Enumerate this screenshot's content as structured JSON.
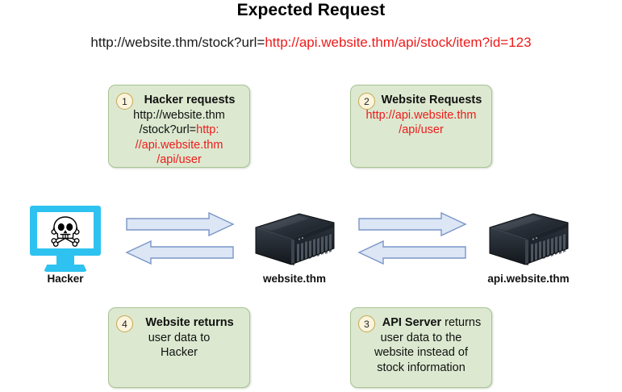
{
  "title": "Expected Request",
  "subtitle": {
    "black_part": "http://website.thm/stock?url=",
    "red_part": "http://api.website.thm/api/stock/item?id=123"
  },
  "colors": {
    "accent_red": "#ee1b1b",
    "box_fill": "#dce9d0",
    "box_border": "#a9c394",
    "badge_fill": "#fbf4dd",
    "badge_border": "#c6a74f",
    "arrow_fill": "#dce6f5",
    "arrow_border": "#7b96c8",
    "monitor_cyan": "#2ec2f0",
    "server_dark": "#2a3038"
  },
  "steps": {
    "box1": {
      "number": "1",
      "heading": "Hacker requests",
      "line2": "http://website.thm",
      "line3_black": "/stock?url=",
      "line3_red": "http:",
      "line4_red": "//api.website.thm",
      "line5_red": "/api/user"
    },
    "box2": {
      "number": "2",
      "heading": "Website Requests",
      "line2_red": "http://api.website.thm",
      "line3_red": "/api/user"
    },
    "box3": {
      "number": "3",
      "heading": "API Server",
      "heading_rest": " returns",
      "line2": "user data to the",
      "line3": "website instead of",
      "line4": "stock information"
    },
    "box4": {
      "number": "4",
      "heading": "Website returns",
      "line2": "user data to",
      "line3": "Hacker"
    }
  },
  "nodes": {
    "hacker": {
      "label": "Hacker",
      "icon": "skull-and-crossbones-monitor-icon"
    },
    "website_server": {
      "label": "website.thm",
      "icon": "server-rack-icon"
    },
    "api_server": {
      "label": "api.website.thm",
      "icon": "server-rack-icon"
    }
  },
  "arrows": {
    "left_top": {
      "direction": "right",
      "icon": "block-arrow-right-icon"
    },
    "left_bottom": {
      "direction": "left",
      "icon": "block-arrow-left-icon"
    },
    "right_top": {
      "direction": "right",
      "icon": "block-arrow-right-icon"
    },
    "right_bottom": {
      "direction": "left",
      "icon": "block-arrow-left-icon"
    }
  }
}
